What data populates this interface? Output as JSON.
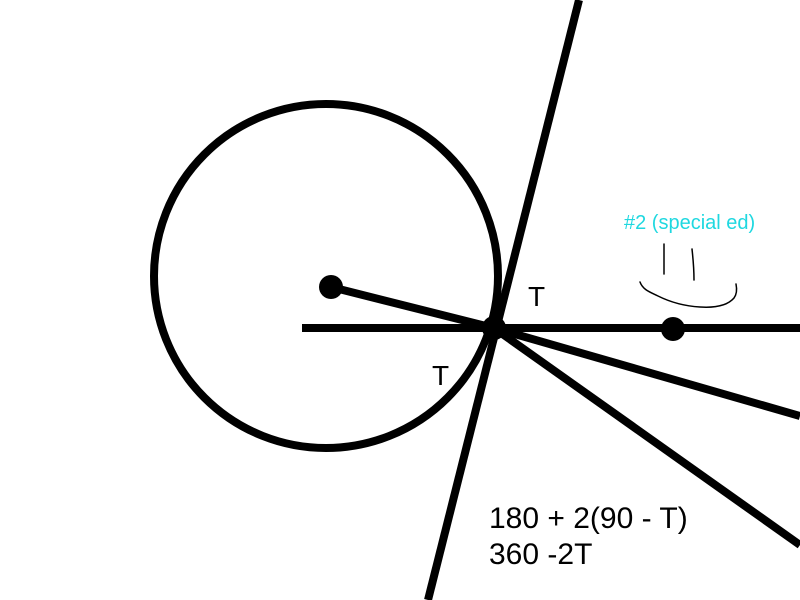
{
  "angle_labels": {
    "upper": "T",
    "lower": "T"
  },
  "note": {
    "text": "#2 (special ed)",
    "color": "#1fd8e0"
  },
  "equations": {
    "line1": "180 + 2(90 - T)",
    "line2": "360 -2T"
  },
  "colors": {
    "stroke": "#000000",
    "background": "#ffffff"
  }
}
